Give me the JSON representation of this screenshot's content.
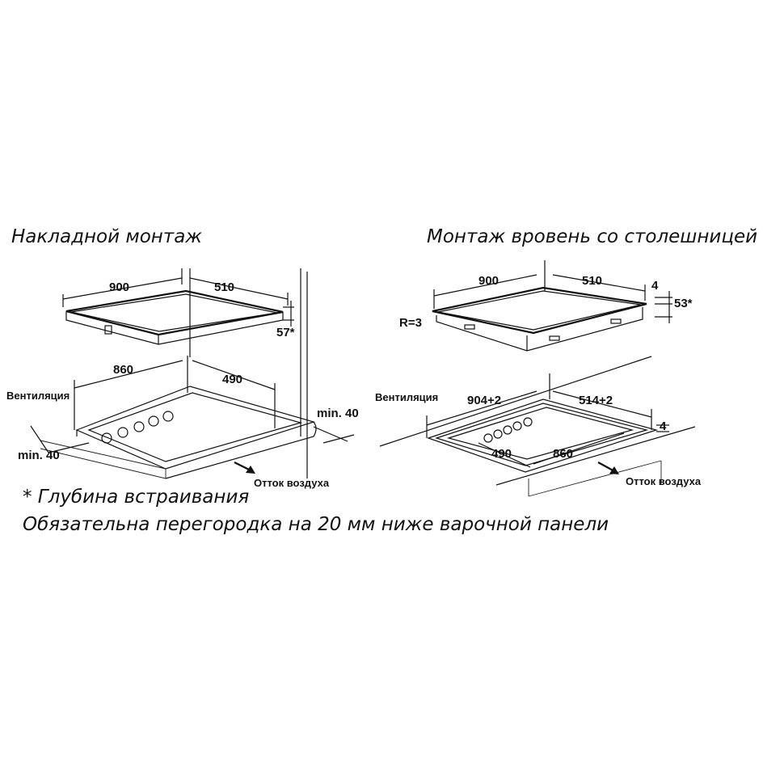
{
  "headings": {
    "surface_mount": "Накладной монтаж",
    "flush_mount": "Монтаж вровень со столешницей",
    "note_depth": "* Глубина встраивания",
    "note_partition": "Обязательна перегородка на 20 мм ниже варочной панели"
  },
  "left": {
    "hob_width": "900",
    "hob_depth": "510",
    "embed_depth": "57*",
    "cut_width": "860",
    "cut_depth": "490",
    "ventilation": "Вентиляция",
    "min_front": "min. 40",
    "min_back": "min. 40",
    "air_outlet": "Отток воздуха"
  },
  "right": {
    "hob_width": "900",
    "hob_depth": "510",
    "rim": "4",
    "embed_depth": "53*",
    "radius": "R=3",
    "ventilation": "Вентиляция",
    "rebate_width": "904+2",
    "rebate_depth": "514+2",
    "rebate_height": "4",
    "cut_depth": "490",
    "cut_width": "860",
    "air_outlet": "Отток воздуха"
  }
}
